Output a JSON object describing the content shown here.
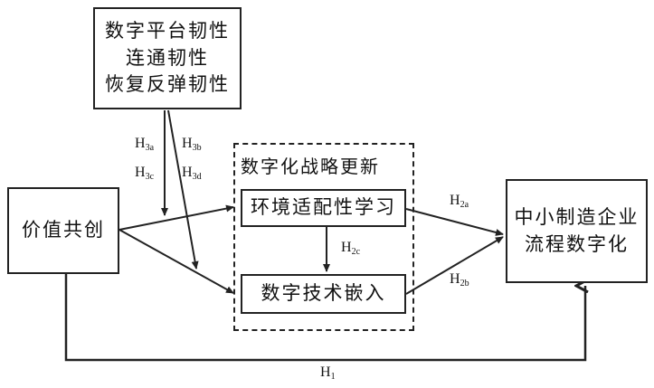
{
  "nodes": {
    "resilience": [
      "数字平台韧性",
      "连通韧性",
      "恢复反弹韧性"
    ],
    "value_cocreation": "价值共创",
    "strategy_group_title": "数字化战略更新",
    "env_learning": "环境适配性学习",
    "tech_embedding": "数字技术嵌入",
    "outcome": [
      "中小制造企业",
      "流程数字化"
    ]
  },
  "hypotheses": {
    "h1": {
      "base": "H",
      "sub": "1"
    },
    "h2a": {
      "base": "H",
      "sub": "2a"
    },
    "h2b": {
      "base": "H",
      "sub": "2b"
    },
    "h2c": {
      "base": "H",
      "sub": "2c"
    },
    "h3a": {
      "base": "H",
      "sub": "3a"
    },
    "h3b": {
      "base": "H",
      "sub": "3b"
    },
    "h3c": {
      "base": "H",
      "sub": "3c"
    },
    "h3d": {
      "base": "H",
      "sub": "3d"
    }
  }
}
